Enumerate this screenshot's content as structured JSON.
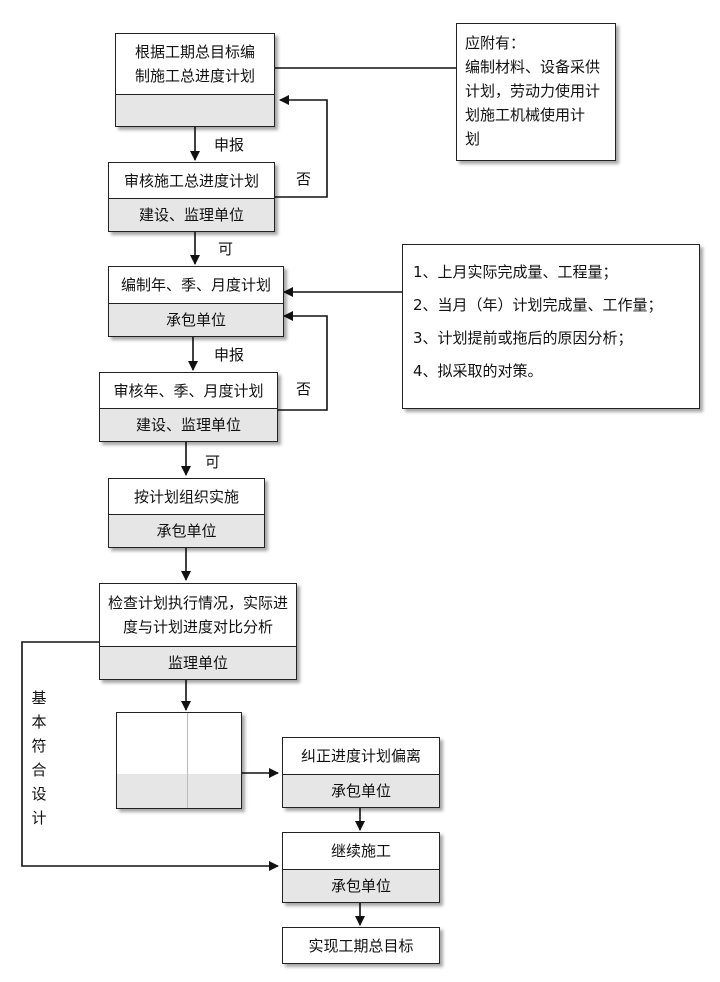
{
  "steps": [
    {
      "main": "根据工期总目标编制施工总进度计划",
      "main_lines": [
        "根据工期总目标编",
        "制施工总进度计划"
      ],
      "sub": ""
    },
    {
      "main": "审核施工总进度计划",
      "sub": "建设、监理单位"
    },
    {
      "main": "编制年、季、月度计划",
      "sub": "承包单位"
    },
    {
      "main": "审核年、季、月度计划",
      "sub": "建设、监理单位"
    },
    {
      "main": "按计划组织实施",
      "sub": "承包单位"
    },
    {
      "main_lines": [
        "检查计划执行情况，实际进",
        "度与计划进度对比分析"
      ],
      "sub": "监理单位"
    },
    {
      "main": "纠正进度计划偏离",
      "sub": "承包单位"
    },
    {
      "main": "继续施工",
      "sub": "承包单位"
    },
    {
      "main": "实现工期总目标"
    }
  ],
  "notes": {
    "attachments_title": "应附有：",
    "attachments_lines": [
      "编制材料、设备采供",
      "计划，劳动力使用计",
      "划施工机械使用计",
      "划"
    ],
    "monthly_items": [
      "1、上月实际完成量、工程量；",
      "2、当月（年）计划完成量、工作量；",
      "3、计划提前或拖后的原因分析；",
      "4、拟采取的对策。"
    ]
  },
  "labels": {
    "report_1": "申报",
    "report_2": "申报",
    "no_1": "否",
    "no_2": "否",
    "ok_1": "可",
    "ok_2": "可",
    "conforms": [
      "基",
      "本",
      "符",
      "合",
      "设",
      "计"
    ]
  }
}
